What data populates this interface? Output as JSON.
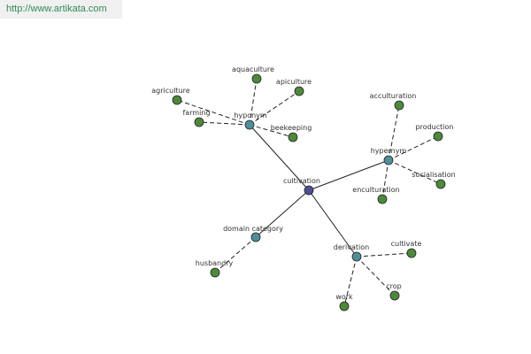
{
  "site": {
    "url_text": "http://www.artikata.com"
  },
  "colors": {
    "root": "#4b4f93",
    "relation": "#4f8f99",
    "leaf": "#4c8a3a",
    "link": "#2e8b57"
  },
  "graph": {
    "root": "cultivation",
    "relations": [
      {
        "label": "hyponym",
        "items": [
          "agriculture",
          "aquaculture",
          "apiculture",
          "farming",
          "beekeeping"
        ]
      },
      {
        "label": "hypernym",
        "items": [
          "acculturation",
          "production",
          "socialisation",
          "enculturation"
        ]
      },
      {
        "label": "domain category",
        "items": [
          "husbandry"
        ]
      },
      {
        "label": "derivation",
        "items": [
          "cultivate",
          "work",
          "crop"
        ]
      }
    ]
  }
}
